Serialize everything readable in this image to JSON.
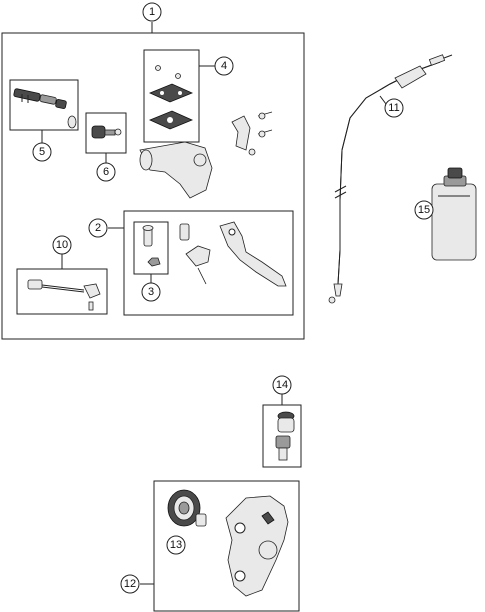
{
  "callouts": {
    "c1": "1",
    "c2": "2",
    "c3": "3",
    "c4": "4",
    "c5": "5",
    "c6": "6",
    "c10": "10",
    "c11": "11",
    "c12": "12",
    "c13": "13",
    "c14": "14",
    "c15": "15"
  },
  "colors": {
    "line": "#222222",
    "part_fill": "#e9e9e9",
    "dark": "#4a4a4a"
  },
  "icons": {
    "fluid-bottle": "bottle-icon",
    "cable": "hose-icon"
  }
}
